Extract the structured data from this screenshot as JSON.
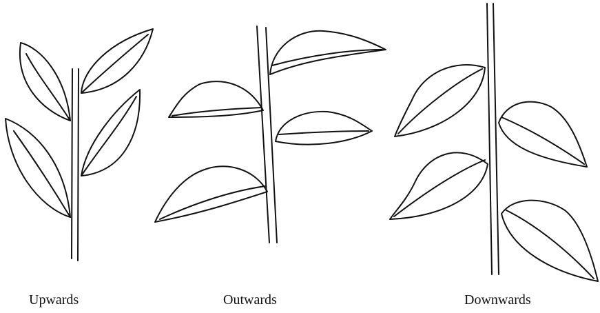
{
  "captions": {
    "upwards": "Upwards",
    "outwards": "Outwards",
    "downwards": "Downwards"
  },
  "line_color": "#111111",
  "background_color": "#ffffff"
}
